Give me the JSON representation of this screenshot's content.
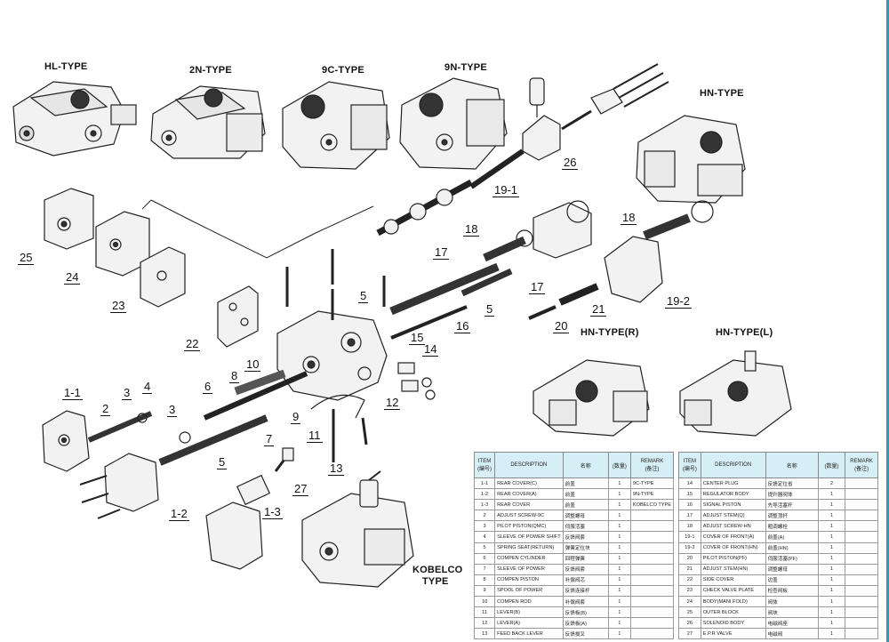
{
  "types": [
    {
      "label": "HL-TYPE"
    },
    {
      "label": "2N-TYPE"
    },
    {
      "label": "9C-TYPE"
    },
    {
      "label": "9N-TYPE"
    },
    {
      "label": "HN-TYPE"
    },
    {
      "label": "HN-TYPE(R)"
    },
    {
      "label": "HN-TYPE(L)"
    },
    {
      "label": "KOBELCO"
    },
    {
      "label": "TYPE"
    }
  ],
  "callouts": [
    "26",
    "19-1",
    "25",
    "24",
    "18",
    "17",
    "18",
    "23",
    "5",
    "17",
    "19-2",
    "22",
    "5",
    "21",
    "16",
    "20",
    "15",
    "10",
    "14",
    "8",
    "6",
    "1-1",
    "3",
    "4",
    "2",
    "3",
    "9",
    "11",
    "12",
    "7",
    "5",
    "13",
    "27",
    "1-2",
    "1-3"
  ],
  "table_headers": {
    "item": "ITEM\n(编号)",
    "desc": "DESCRIPTION",
    "name": "名称",
    "qty": "(数量)",
    "remark": "REMARK\n(备注)"
  },
  "table_left": [
    {
      "item": "1-1",
      "desc": "REAR COVER(C)",
      "name": "前盖",
      "qty": "1",
      "remark": "9C-TYPE"
    },
    {
      "item": "1-2",
      "desc": "REAR COVER(A)",
      "name": "前盖",
      "qty": "1",
      "remark": "9N-TYPE"
    },
    {
      "item": "1-3",
      "desc": "REAR COVER",
      "name": "前盖",
      "qty": "1",
      "remark": "KOBELCO TYPE"
    },
    {
      "item": "2",
      "desc": "ADJUST SCREW-9C",
      "name": "调整螺母",
      "qty": "1",
      "remark": ""
    },
    {
      "item": "3",
      "desc": "PILOT PISTON(QMC)",
      "name": "伺服活塞",
      "qty": "1",
      "remark": ""
    },
    {
      "item": "4",
      "desc": "SLEEVE OF POWER SHIFT",
      "name": "反馈阀套",
      "qty": "1",
      "remark": ""
    },
    {
      "item": "5",
      "desc": "SPRING SEAT(RETURN)",
      "name": "弹簧定位块",
      "qty": "1",
      "remark": ""
    },
    {
      "item": "6",
      "desc": "COMPEN CYLINDER",
      "name": "回程弹簧",
      "qty": "1",
      "remark": ""
    },
    {
      "item": "7",
      "desc": "SLEEVE OF POWER",
      "name": "反馈阀套",
      "qty": "1",
      "remark": ""
    },
    {
      "item": "8",
      "desc": "COMPEN PISTON",
      "name": "补偿阀芯",
      "qty": "1",
      "remark": ""
    },
    {
      "item": "9",
      "desc": "SPOOL OF POWER",
      "name": "反馈连接杆",
      "qty": "1",
      "remark": ""
    },
    {
      "item": "10",
      "desc": "COMPEN ROD",
      "name": "补偿阀套",
      "qty": "1",
      "remark": ""
    },
    {
      "item": "11",
      "desc": "LEVER(B)",
      "name": "反馈板(B)",
      "qty": "1",
      "remark": ""
    },
    {
      "item": "12",
      "desc": "LEVER(A)",
      "name": "反馈板(A)",
      "qty": "1",
      "remark": ""
    },
    {
      "item": "13",
      "desc": "FEED BACK LEVER",
      "name": "反馈拔叉",
      "qty": "1",
      "remark": ""
    }
  ],
  "table_right": [
    {
      "item": "14",
      "desc": "CENTER PLUG",
      "name": "反馈定位省",
      "qty": "2",
      "remark": ""
    },
    {
      "item": "15",
      "desc": "REGULATOR BODY",
      "name": "提升器阀体",
      "qty": "1",
      "remark": ""
    },
    {
      "item": "16",
      "desc": "SIGNAL PISTON",
      "name": "先导活塞杆",
      "qty": "1",
      "remark": ""
    },
    {
      "item": "17",
      "desc": "ADJUST STEM(Q)",
      "name": "调整顶杆",
      "qty": "1",
      "remark": ""
    },
    {
      "item": "18",
      "desc": "ADJUST SCREW-HN",
      "name": "粗调螺栓",
      "qty": "1",
      "remark": ""
    },
    {
      "item": "19-1",
      "desc": "COVER OF FRONT(A)",
      "name": "前盖(A)",
      "qty": "1",
      "remark": ""
    },
    {
      "item": "19-2",
      "desc": "COVER OF FRONT(HN)",
      "name": "前盖(HN)",
      "qty": "1",
      "remark": ""
    },
    {
      "item": "20",
      "desc": "PILOT PISTON(PF)",
      "name": "伺服活塞(PF)",
      "qty": "1",
      "remark": ""
    },
    {
      "item": "21",
      "desc": "ADJUST STEM(HN)",
      "name": "调整螺母",
      "qty": "1",
      "remark": ""
    },
    {
      "item": "22",
      "desc": "SIDE COVER",
      "name": "边盖",
      "qty": "1",
      "remark": ""
    },
    {
      "item": "23",
      "desc": "CHECK VALVE PLATE",
      "name": "检查阀板",
      "qty": "1",
      "remark": ""
    },
    {
      "item": "24",
      "desc": "BODY(MANI FOLD)",
      "name": "阀体",
      "qty": "1",
      "remark": ""
    },
    {
      "item": "25",
      "desc": "OUTER BLOCK",
      "name": "阀块",
      "qty": "1",
      "remark": ""
    },
    {
      "item": "26",
      "desc": "SOLENOID BODY",
      "name": "电磁阀座",
      "qty": "1",
      "remark": ""
    },
    {
      "item": "27",
      "desc": "E.P.R VALVE",
      "name": "电磁阀",
      "qty": "1",
      "remark": ""
    }
  ],
  "colors": {
    "ink": "#111111",
    "header_fill": "#d6eef5",
    "edge": "#2a9bb5"
  }
}
